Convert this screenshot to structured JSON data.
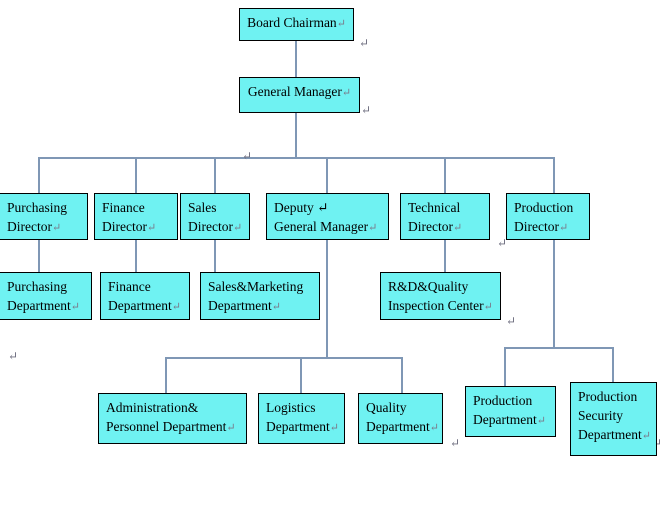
{
  "document": {
    "type": "organizational-chart",
    "title": "Company Organizational Chart",
    "colors": {
      "node_fill": "#6FF2F2",
      "node_border": "#000000",
      "connector": "#7F97B5",
      "background": "#FFFFFF",
      "text": "#000000",
      "pilcrow": "#6F6F80"
    }
  },
  "nodes": {
    "board_chairman": {
      "label": "Board Chairman",
      "mark": "↵"
    },
    "general_manager": {
      "label": "General Manager",
      "mark": "↵"
    },
    "purchasing_director": {
      "label": "Purchasing\nDirector",
      "mark": "↵"
    },
    "finance_director": {
      "label": "Finance\nDirector",
      "mark": "↵"
    },
    "sales_director": {
      "label": "Sales\nDirector",
      "mark": "↵"
    },
    "deputy_general_manager": {
      "label": "Deputy  ↵\nGeneral Manager",
      "mark": "↵"
    },
    "technical_director": {
      "label": "Technical\nDirector",
      "mark": "↵"
    },
    "production_director": {
      "label": "Production\nDirector",
      "mark": "↵"
    },
    "purchasing_department": {
      "label": "Purchasing\nDepartment",
      "mark": "↵"
    },
    "finance_department": {
      "label": "Finance\nDepartment",
      "mark": "↵"
    },
    "sales_marketing_department": {
      "label": "Sales&Marketing\nDepartment",
      "mark": "↵"
    },
    "rd_quality_inspection_center": {
      "label": "R&D&Quality\nInspection Center",
      "mark": "↵"
    },
    "administration_personnel_department": {
      "label": "Administration&\nPersonnel Department",
      "mark": "↵"
    },
    "logistics_department": {
      "label": "Logistics\nDepartment",
      "mark": "↵"
    },
    "quality_department": {
      "label": "Quality\nDepartment",
      "mark": "↵"
    },
    "production_department": {
      "label": "Production\nDepartment",
      "mark": "↵"
    },
    "production_security_department": {
      "label": "Production\nSecurity\nDepartment",
      "mark": "↵"
    }
  },
  "stray_marks": {
    "m1": "↵",
    "m2": "↵",
    "m3": "↵",
    "m4": "↵",
    "m5": "↵",
    "m6": "↵",
    "m7": "↵",
    "m8": "↵"
  }
}
